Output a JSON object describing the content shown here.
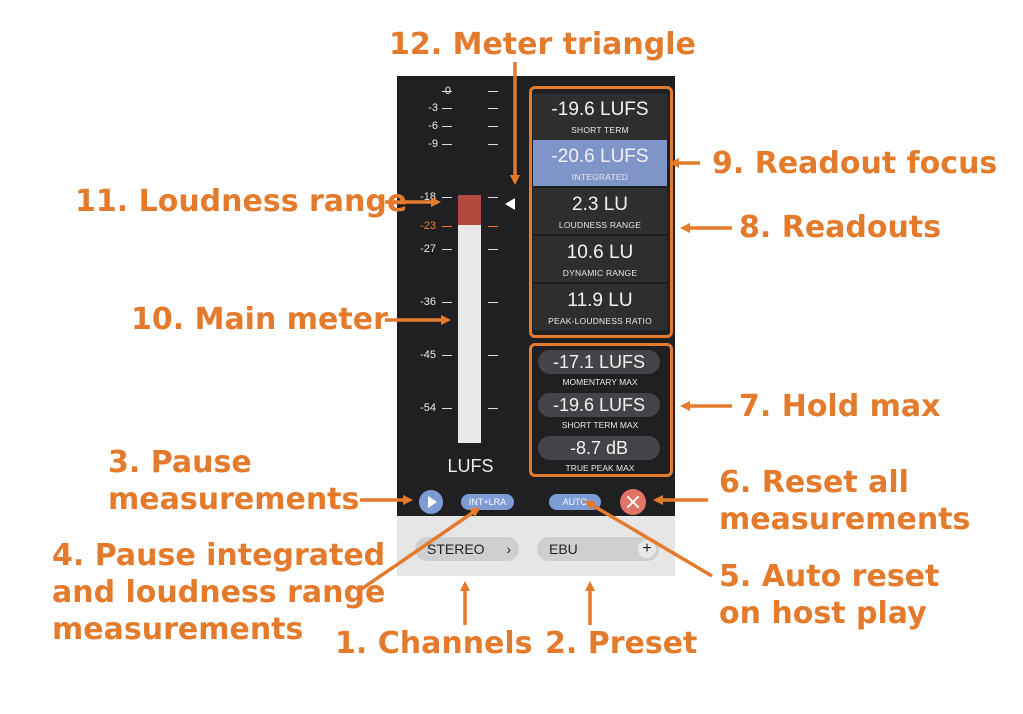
{
  "callouts": {
    "c1": "1. Channels",
    "c2": "2. Preset",
    "c3_line1": "3. Pause",
    "c3_line2": "measurements",
    "c4_line1": "4. Pause integrated",
    "c4_line2": "and loudness range",
    "c4_line3": "measurements",
    "c5_line1": "5. Auto reset",
    "c5_line2": "on host play",
    "c6_line1": "6. Reset all",
    "c6_line2": "measurements",
    "c7": "7. Hold max",
    "c8": "8. Readouts",
    "c9": "9. Readout focus",
    "c10": "10. Main meter",
    "c11": "11. Loudness range",
    "c12": "12. Meter triangle"
  },
  "meter": {
    "ticks": [
      "0",
      "-3",
      "-6",
      "-9",
      "-18",
      "-23",
      "-27",
      "-36",
      "-45",
      "-54"
    ],
    "unit": "LUFS",
    "lra_bracket_left": "[",
    "lra_bracket_right": "]"
  },
  "readouts": [
    {
      "value": "-19.6 LUFS",
      "label": "SHORT TERM"
    },
    {
      "value": "-20.6 LUFS",
      "label": "INTEGRATED"
    },
    {
      "value": "2.3 LU",
      "label": "LOUDNESS RANGE"
    },
    {
      "value": "10.6 LU",
      "label": "DYNAMIC RANGE"
    },
    {
      "value": "11.9 LU",
      "label": "PEAK-LOUDNESS RATIO"
    }
  ],
  "hold_max": [
    {
      "value": "-17.1 LUFS",
      "label": "MOMENTARY MAX"
    },
    {
      "value": "-19.6 LUFS",
      "label": "SHORT TERM MAX"
    },
    {
      "value": "-8.7 dB",
      "label": "TRUE PEAK MAX"
    }
  ],
  "controls": {
    "int_lra": "INT+LRA",
    "auto": "AUTO"
  },
  "footer": {
    "channels": "STEREO",
    "channels_chevron": "›",
    "preset": "EBU",
    "preset_plus": "+"
  },
  "colors": {
    "accent": "#e47b2c",
    "panel": "#202022",
    "focus": "#7f95c9",
    "lra": "#b34a3f",
    "reset": "#e37366"
  }
}
